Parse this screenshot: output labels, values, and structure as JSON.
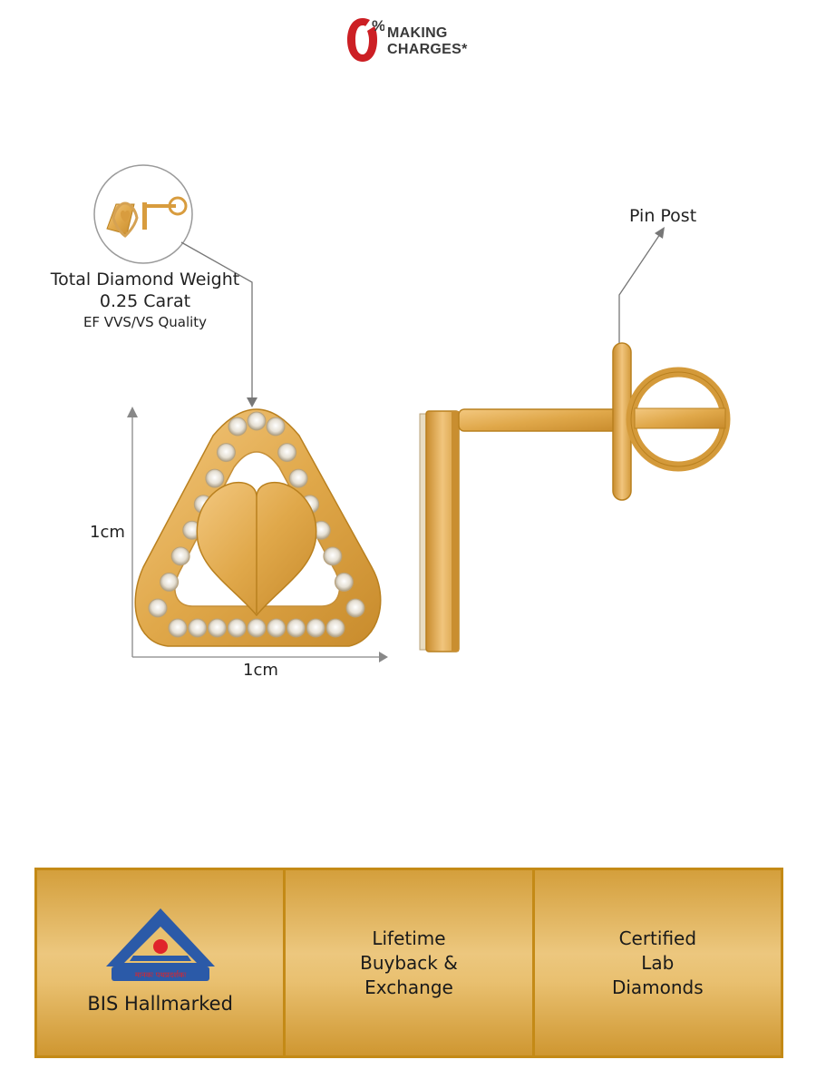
{
  "logo": {
    "zero": "0",
    "percent": "%",
    "line1": "MAKING",
    "line2": "CHARGES*",
    "brand_red": "#cc1f24"
  },
  "diamond_info": {
    "title": "Total Diamond Weight",
    "value": "0.25 Carat",
    "quality": "EF VVS/VS Quality"
  },
  "labels": {
    "pin_post": "Pin Post",
    "height": "1cm",
    "width": "1cm"
  },
  "features": [
    {
      "label": "BIS Hallmarked",
      "icon": "bis-hallmark-icon",
      "icon_text": "मानकः पथप्रदर्शकः"
    },
    {
      "label": "Lifetime\nBuyback &\nExchange"
    },
    {
      "label": "Certified\nLab\nDiamonds"
    }
  ],
  "colors": {
    "gold": "#e0a84a",
    "gold_dark": "#b9801f",
    "border_gold": "#c48a16",
    "bis_blue": "#2b5aa8",
    "bis_red": "#e0242a"
  }
}
